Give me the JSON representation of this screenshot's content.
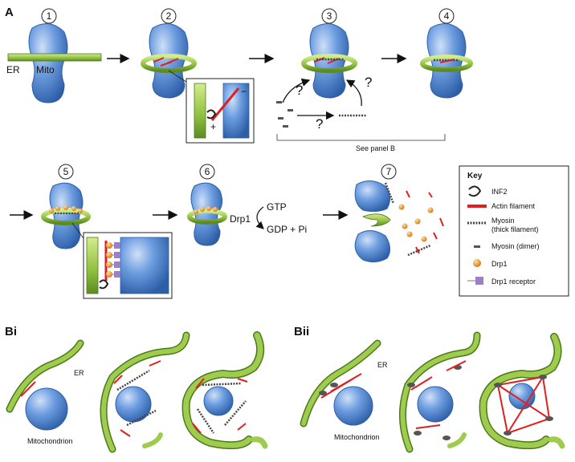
{
  "panels": {
    "a": "A",
    "bi": "Bi",
    "bii": "Bii"
  },
  "steps": [
    "1",
    "2",
    "3",
    "4",
    "5",
    "6",
    "7"
  ],
  "labels": {
    "er": "ER",
    "mito": "Mito",
    "minus": "−",
    "plus": "+",
    "question": "?",
    "see_panel_b": "See panel B",
    "drp1": "Drp1",
    "gtp": "GTP",
    "gdp_pi": "GDP + Pi",
    "er_b": "ER",
    "mitochondrion": "Mitochondrion"
  },
  "key": {
    "title": "Key",
    "items": [
      "INF2",
      "Actin filament",
      "Myosin",
      "(thick filament)",
      "Myosin (dimer)",
      "Drp1",
      "Drp1 receptor"
    ]
  },
  "colors": {
    "mito": "#5b8fd4",
    "er": "#8fbf3f",
    "actin": "#e02020",
    "drp1": "#f0a030",
    "receptor": "#9b7fc7"
  }
}
